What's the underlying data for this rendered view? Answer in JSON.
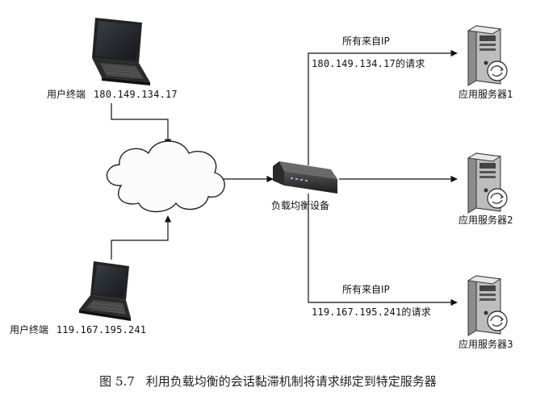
{
  "clients": [
    {
      "label": "用户终端",
      "ip": "180.149.134.17"
    },
    {
      "label": "用户终端",
      "ip": "119.167.195.241"
    }
  ],
  "load_balancer": {
    "label": "负载均衡设备"
  },
  "servers": [
    {
      "label": "应用服务器1"
    },
    {
      "label": "应用服务器2"
    },
    {
      "label": "应用服务器3"
    }
  ],
  "routes": [
    {
      "prefix": "所有来自IP",
      "text": "180.149.134.17的请求"
    },
    {
      "prefix": "所有来自IP",
      "text": "119.167.195.241的请求"
    }
  ],
  "caption": {
    "number": "图 5.7",
    "title": "利用负载均衡的会话黏滞机制将请求绑定到特定服务器"
  }
}
